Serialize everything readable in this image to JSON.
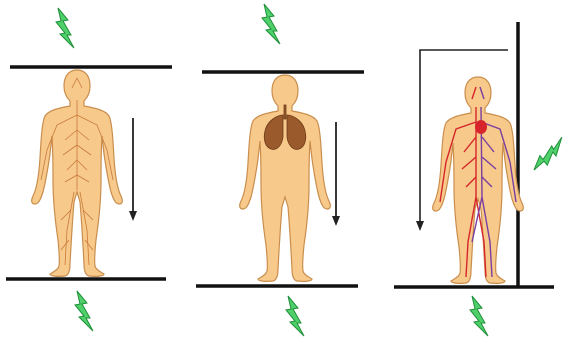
{
  "colors": {
    "plate": "#111111",
    "arrow": "#222222",
    "lightning": "#4fd06a",
    "lightning_edge": "#1f8f3a",
    "skin": "#f7c98b",
    "skin_edge": "#c98e4d",
    "nerves": "#c97a3c",
    "lungs": "#9b5a2b",
    "arteries": "#d6262b",
    "veins": "#7a3fa0"
  },
  "panels": [
    {
      "id": "nervous",
      "figure": "nervous-system-body",
      "current": "vertical-downward"
    },
    {
      "id": "respiratory",
      "figure": "lungs-body",
      "current": "vertical-downward"
    },
    {
      "id": "circulatory",
      "figure": "circulatory-system-body",
      "current": "horizontal-lateral"
    }
  ],
  "icons": [
    "lightning-bolt-icon",
    "downward-arrow-icon",
    "human-figure-icon"
  ]
}
